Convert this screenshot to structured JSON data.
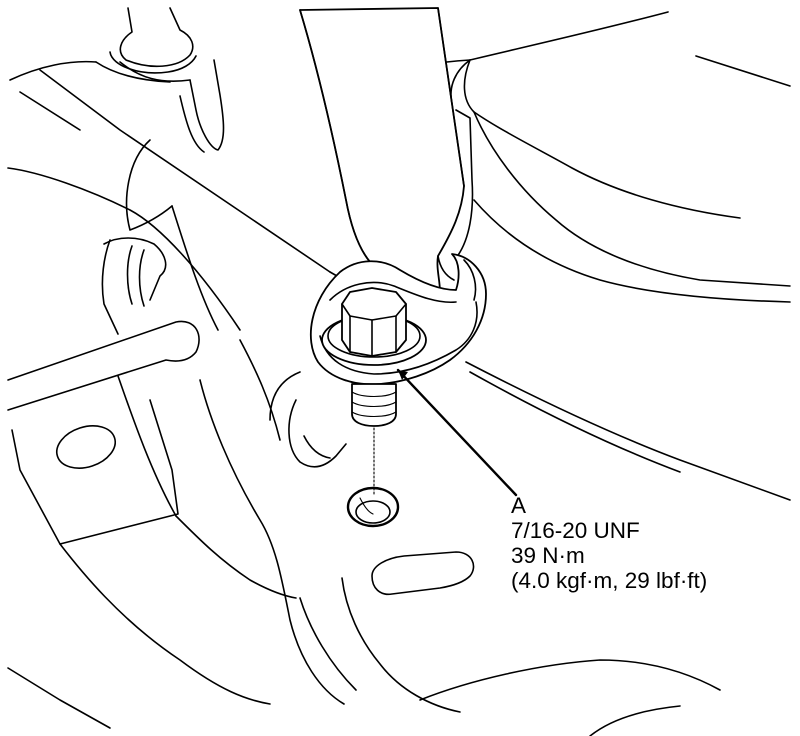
{
  "callout": {
    "label": "A",
    "thread_spec": "7/16-20 UNF",
    "torque_nm": "39 N·m",
    "torque_alt": "(4.0 kgf·m, 29 lbf·ft)"
  },
  "colors": {
    "line": "#000000",
    "background": "#ffffff"
  }
}
